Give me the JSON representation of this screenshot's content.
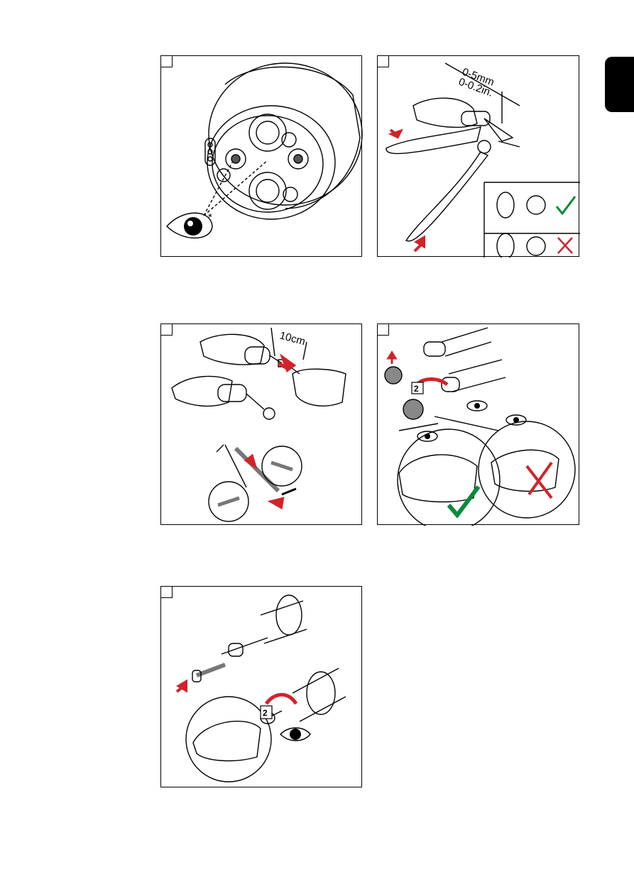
{
  "page": {
    "tab_color": "#000000"
  },
  "panels": [
    {
      "id": 1,
      "step_label": "",
      "annotations": {
        "eye_note": "*"
      }
    },
    {
      "id": 2,
      "step_label": "",
      "annotations": {
        "gap_mm": "0-5mm",
        "gap_in": "0-0.2in."
      }
    },
    {
      "id": 3,
      "step_label": "",
      "annotations": {
        "length": "10cm"
      }
    },
    {
      "id": 4,
      "step_label": "",
      "annotations": {
        "step_number": "2"
      }
    },
    {
      "id": 5,
      "step_label": "",
      "annotations": {
        "step_number": "2"
      }
    }
  ],
  "colors": {
    "arrow_red": "#d2232a",
    "check_green": "#0a8a3a",
    "cross_red": "#d2232a",
    "line": "#000000"
  },
  "icons": [
    "eye-icon",
    "check-icon",
    "cross-icon",
    "arrow-icon",
    "pliers-icon",
    "spring-icon"
  ]
}
